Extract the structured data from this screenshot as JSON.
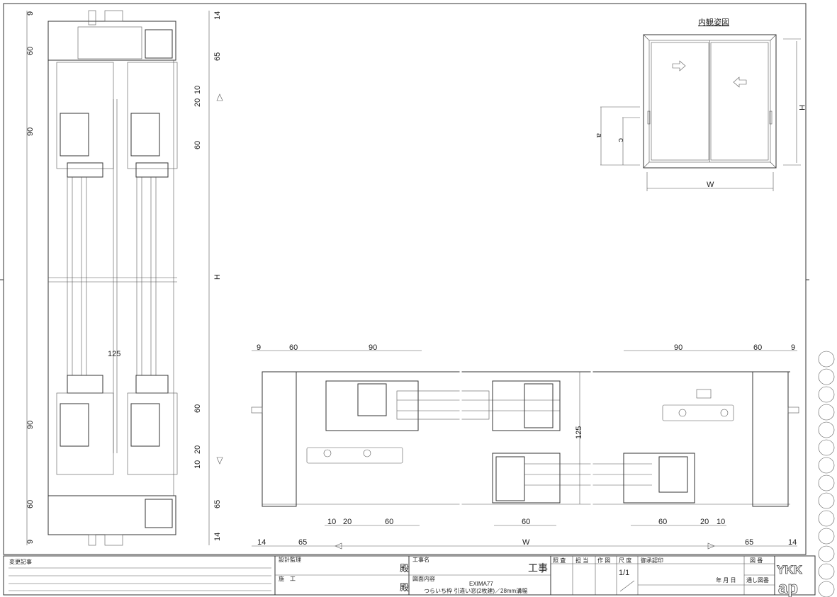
{
  "vertical_section": {
    "left_dims": [
      "9",
      "60",
      "90",
      "90",
      "60",
      "9"
    ],
    "right_dims": [
      "14",
      "65",
      "10",
      "20",
      "60",
      "H",
      "60",
      "20",
      "10",
      "65",
      "14"
    ],
    "center_dim": "125"
  },
  "horizontal_section": {
    "top_left_dims": [
      "9",
      "60",
      "90"
    ],
    "top_right_dims": [
      "90",
      "60",
      "9"
    ],
    "bottom_dims": [
      "10",
      "20",
      "60",
      "60",
      "60",
      "20",
      "10"
    ],
    "overall_dims": [
      "14",
      "65",
      "W",
      "65",
      "14"
    ],
    "depth_dim": "125"
  },
  "interior_view": {
    "title": "内観姿図",
    "width_label": "W",
    "height_label": "H",
    "a_label": "a",
    "c_label": "c"
  },
  "title_block": {
    "change_log": "変更記事",
    "design_supervision": "設計監理",
    "construction": "施　工",
    "honorific_1": "殿",
    "honorific_2": "殿",
    "project_name_label": "工事名",
    "project_suffix": "工事",
    "drawing_content_label": "図面内容",
    "product": "EXIMA77",
    "description": "つらいち枠 引違い窓(2枚建)／28mm溝幅",
    "check": "照 査",
    "charge": "担 当",
    "drafter": "作 図",
    "scale_label": "尺 度",
    "scale_value": "1/1",
    "approval": "御承認印",
    "date": "年 月 日",
    "drawing_no": "図 番",
    "serial_no": "通し図番",
    "logo": "YKK ap"
  }
}
